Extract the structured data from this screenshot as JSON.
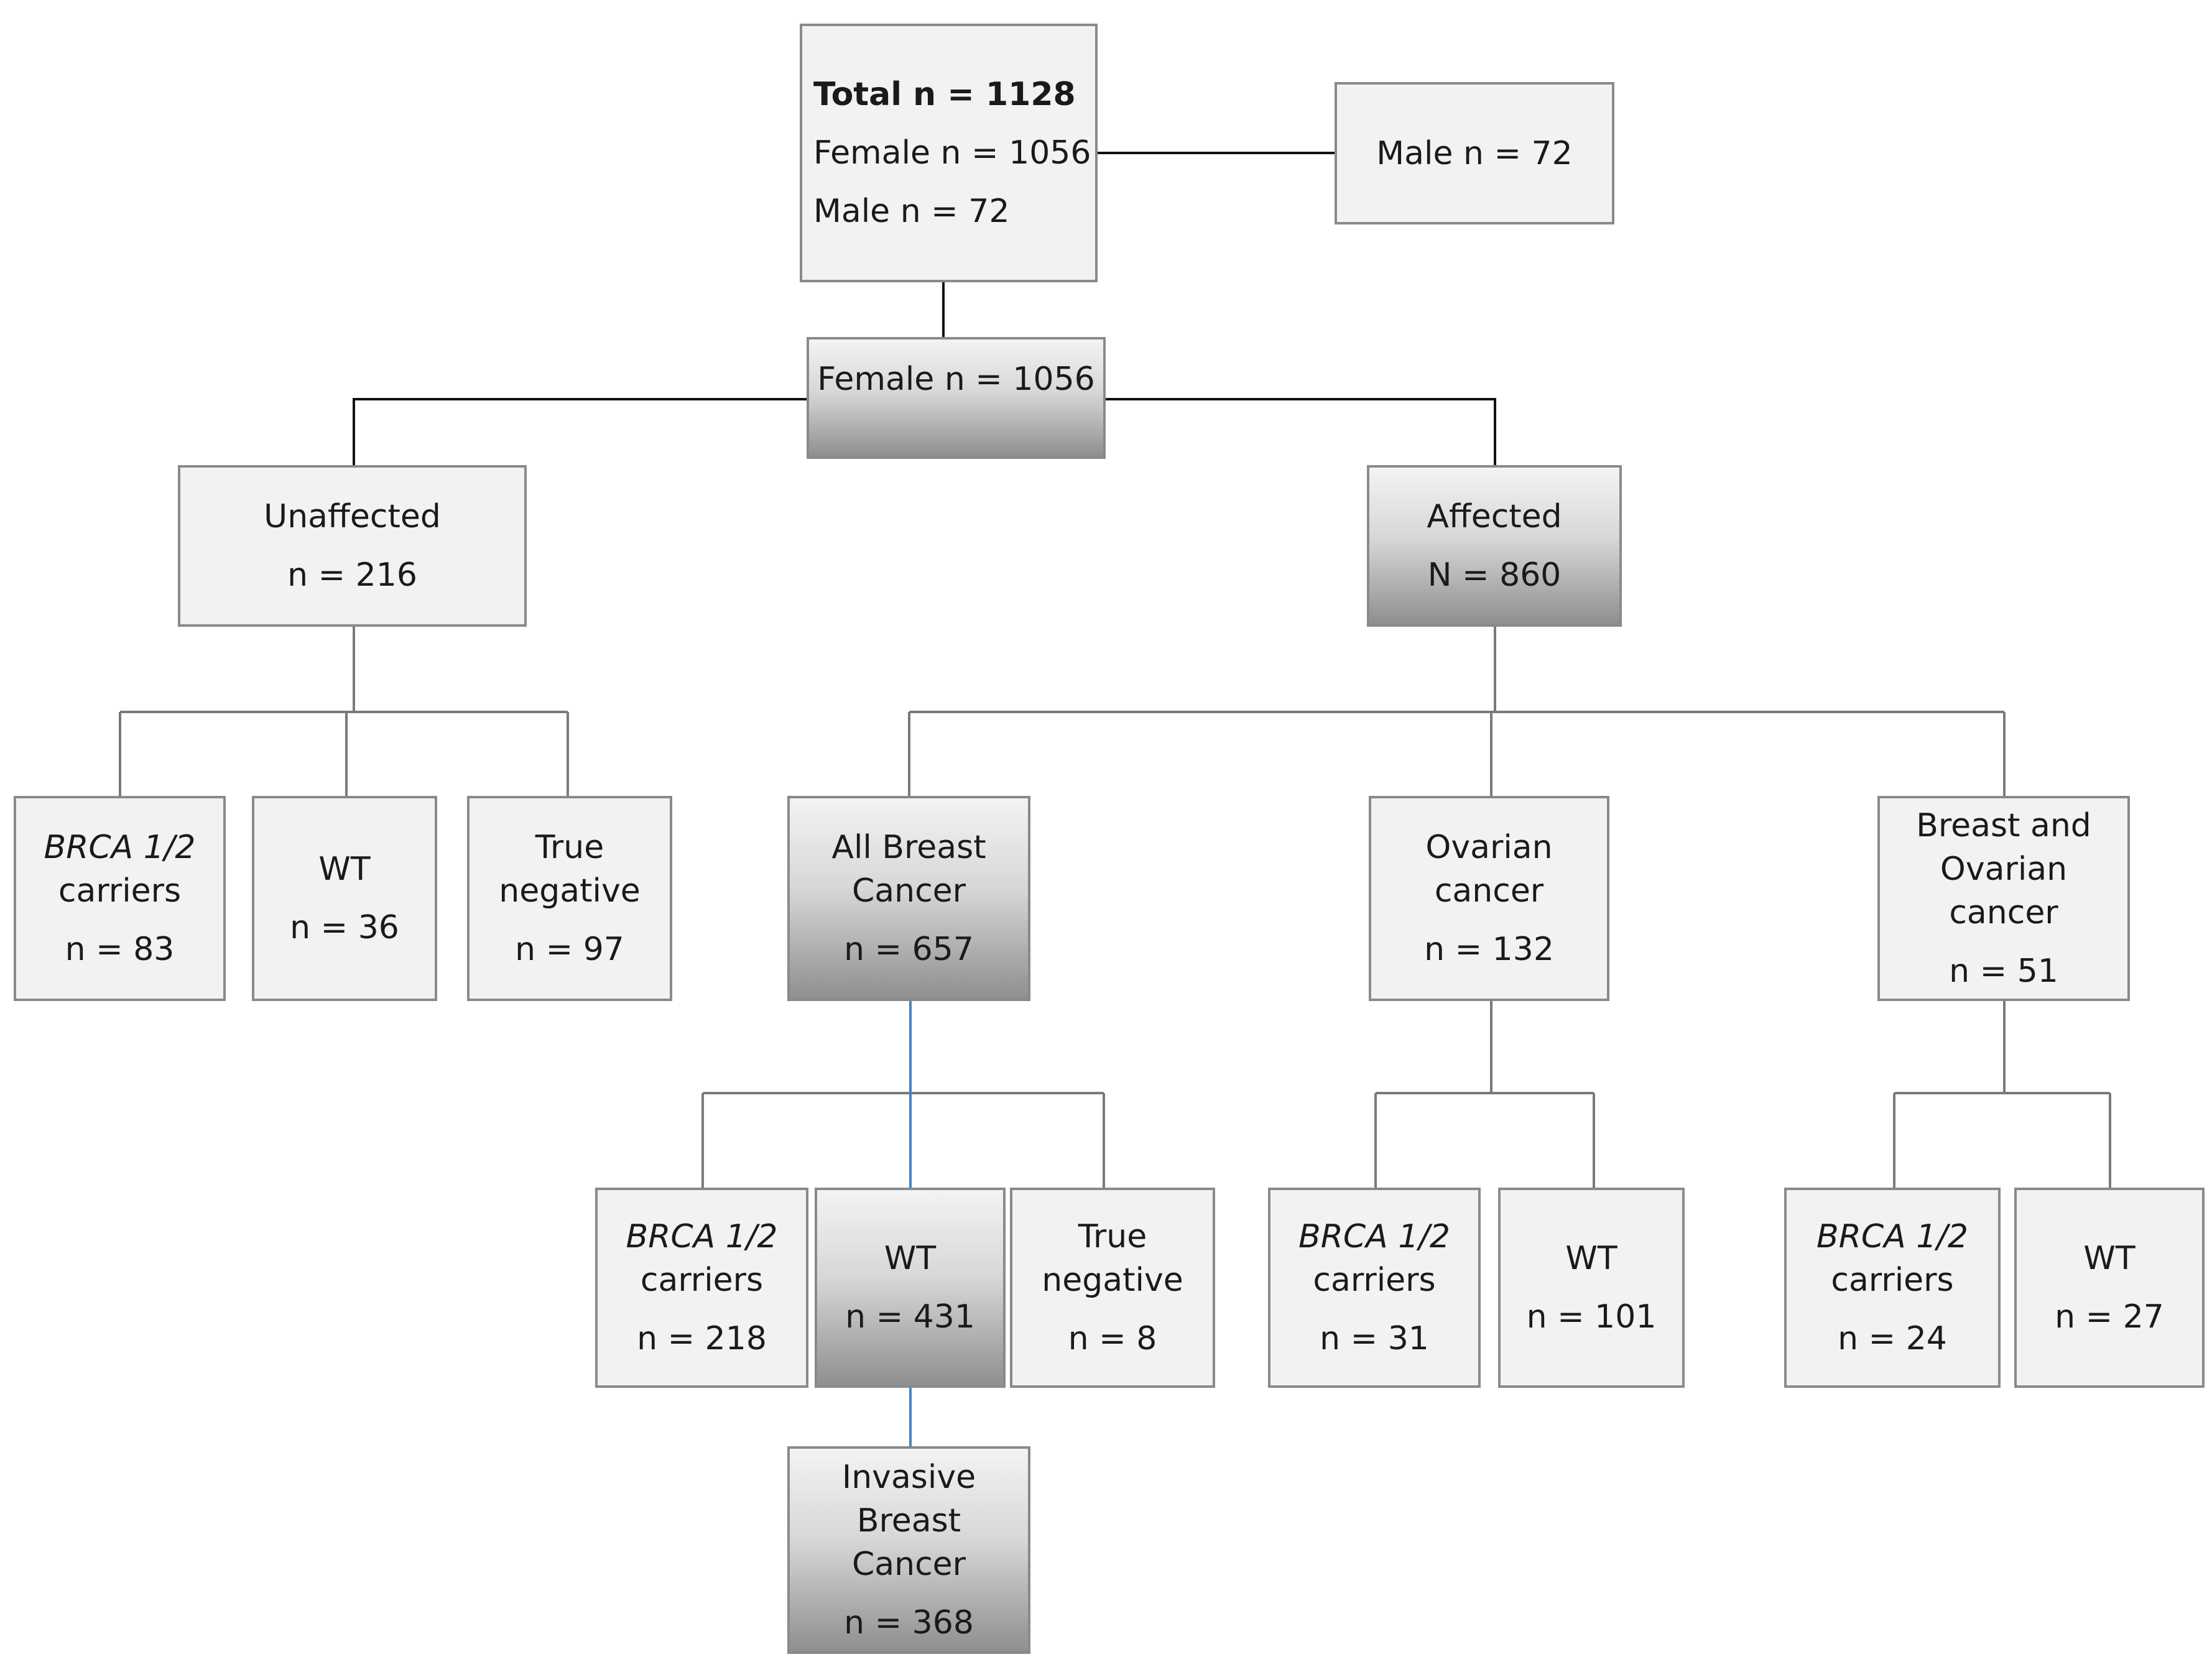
{
  "diagram": {
    "total_box": {
      "total": "Total  n = 1128",
      "female": "Female n = 1056",
      "male": "Male n = 72"
    },
    "male_box": {
      "label": "Male n = 72"
    },
    "female_box": {
      "label": "Female n = 1056"
    },
    "unaffected": {
      "line1": "Unaffected",
      "line2": "n = 216"
    },
    "affected": {
      "line1": "Affected",
      "line2": "N = 860"
    },
    "unaffected_children": [
      {
        "line1": "BRCA 1/2",
        "line2": "carriers",
        "count": "n = 83"
      },
      {
        "line1": "WT",
        "count": "n = 36"
      },
      {
        "line1": "True",
        "line2": "negative",
        "count": "n = 97"
      }
    ],
    "affected_children": {
      "all_breast": {
        "line1": "All Breast",
        "line2": "Cancer",
        "count": "n = 657"
      },
      "ovarian": {
        "line1": "Ovarian",
        "line2": "cancer",
        "count": "n = 132"
      },
      "breast_ovarian": {
        "line1": "Breast and",
        "line2": "Ovarian",
        "line3": "cancer",
        "count": "n = 51"
      }
    },
    "breast_children": [
      {
        "line1": "BRCA 1/2",
        "line2": "carriers",
        "count": "n = 218"
      },
      {
        "line1": "WT",
        "count": "n = 431"
      },
      {
        "line1": "True",
        "line2": "negative",
        "count": "n = 8"
      }
    ],
    "ovarian_children": [
      {
        "line1": "BRCA 1/2",
        "line2": "carriers",
        "count": "n = 31"
      },
      {
        "line1": "WT",
        "count": "n = 101"
      }
    ],
    "breast_ovarian_children": [
      {
        "line1": "BRCA 1/2",
        "line2": "carriers",
        "count": "n = 24"
      },
      {
        "line1": "WT",
        "count": "n = 27"
      }
    ],
    "invasive": {
      "line1": "Invasive",
      "line2": "Breast",
      "line3": "Cancer",
      "count": "n = 368"
    }
  },
  "colors": {
    "connector": "#111111",
    "highlight_connector": "#3d86c6",
    "box_border": "#8a8a8a",
    "box_fill": "#f2f2f2"
  }
}
